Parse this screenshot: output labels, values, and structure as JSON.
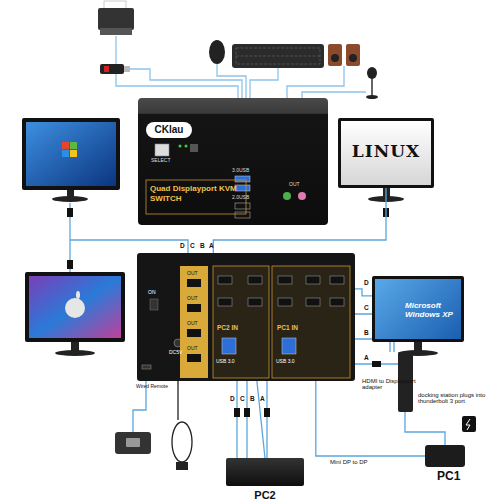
{
  "diagram": {
    "nodes": [
      {
        "text": [
          "CKlau",
          "Quad Displayport KVM SWITCH"
        ]
      },
      {
        "text": [
          "LINUX"
        ]
      },
      {
        "text": [
          "Microsoft Windows XP"
        ]
      },
      {
        "text": [
          "PC2 IN",
          "PC1 IN"
        ]
      },
      {
        "text": [
          "PC2"
        ]
      },
      {
        "text": [
          "PC1"
        ]
      }
    ],
    "edges": [
      {
        "from": 3,
        "to": 1,
        "arrow": "none"
      },
      {
        "from": 3,
        "to": 2,
        "arrow": "none"
      },
      {
        "from": 3,
        "to": 4,
        "arrow": "none"
      },
      {
        "from": 3,
        "to": 5,
        "arrow": "none",
        "label": "Mini DP to DP"
      }
    ],
    "labels": [
      "SELECT",
      "3.0USB",
      "2.0USB",
      "OUT",
      "D",
      "C",
      "B",
      "A",
      "OUT",
      "OUT",
      "OUT",
      "OUT",
      "USB 3.0",
      "USB 3.0",
      "ON",
      "DC5V",
      "Wired Remote",
      "D",
      "C",
      "B",
      "A",
      "D",
      "C",
      "B",
      "A",
      "HDMI to Displayport adapter",
      "docking station plugs into thunderbolt 3 port"
    ]
  }
}
